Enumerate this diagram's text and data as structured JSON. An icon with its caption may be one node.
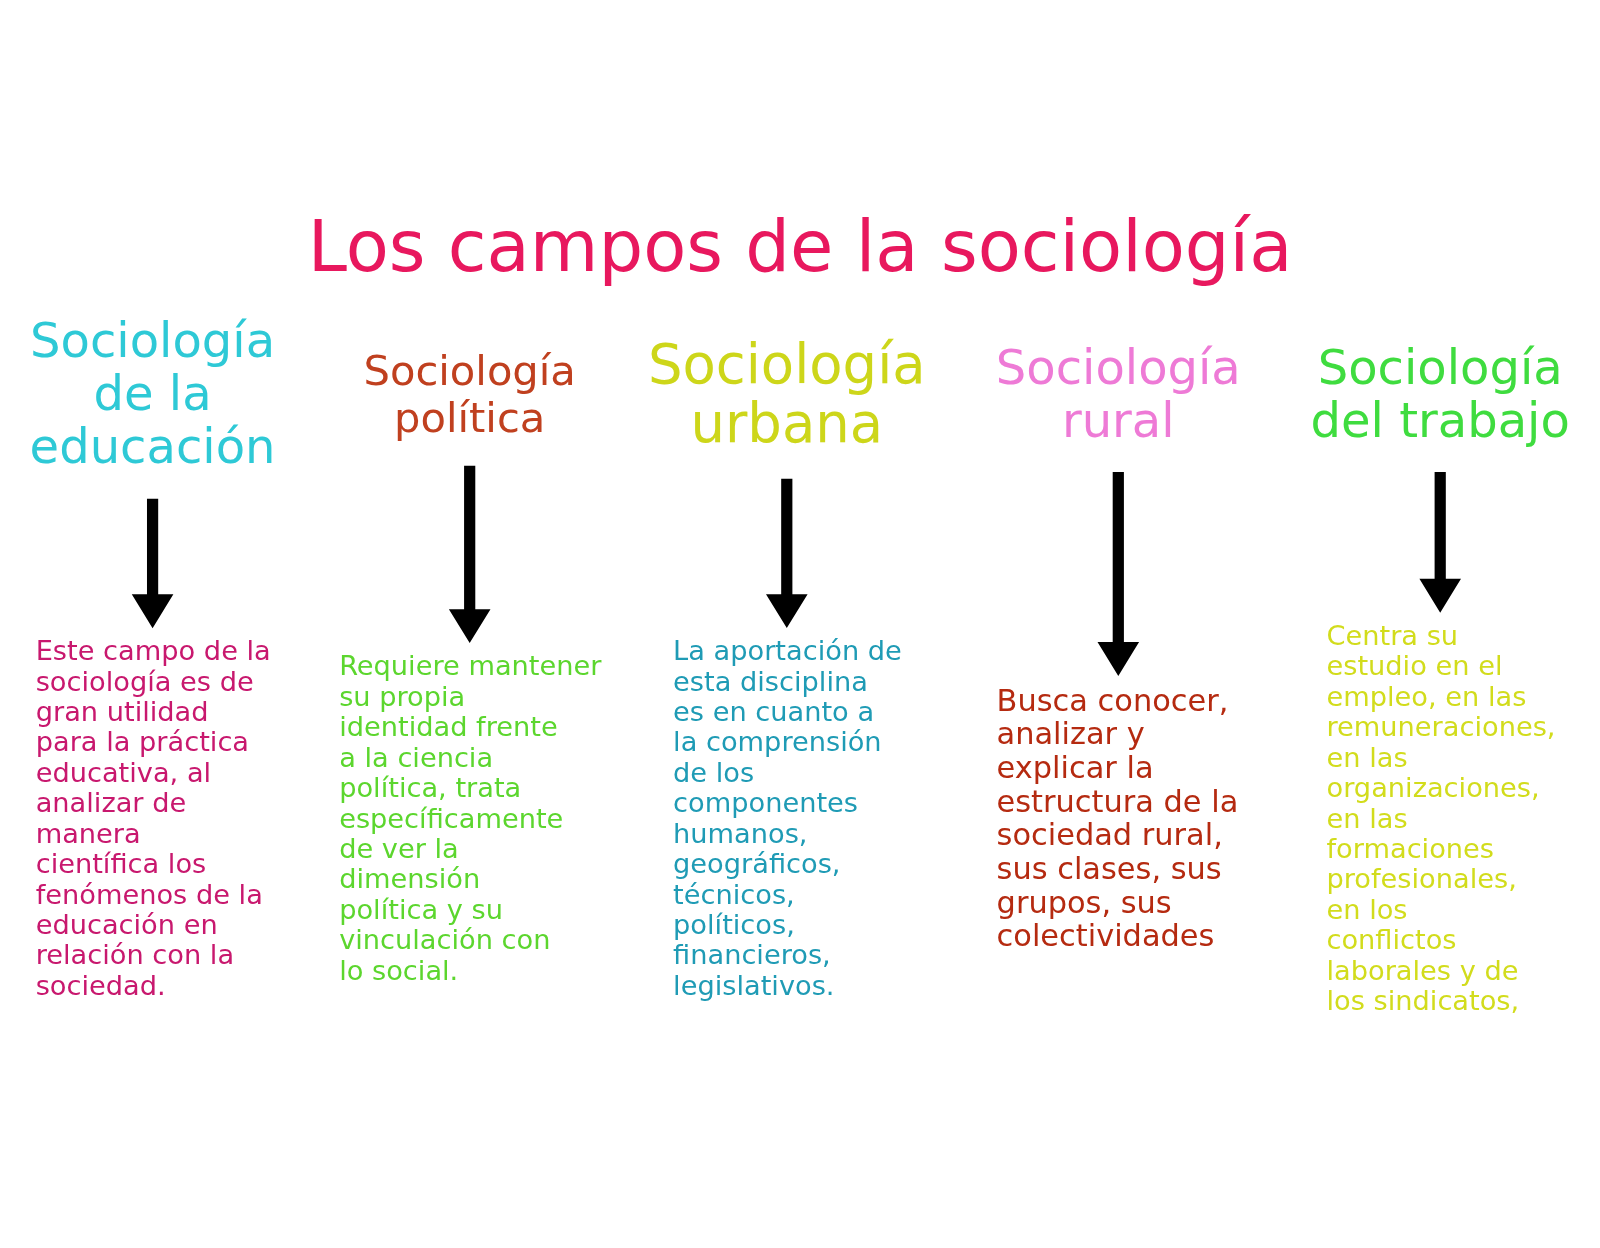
{
  "diagram": {
    "title": "Los campos de la sociología",
    "nodes": [
      {
        "text": [
          "Sociología de la educación"
        ]
      },
      {
        "text": [
          "Este campo de la sociología es de gran utilidad para la práctica educativa, al analizar de manera científica los fenómenos de la educación en relación con la sociedad."
        ]
      },
      {
        "text": [
          "Sociología política"
        ]
      },
      {
        "text": [
          "Requiere mantener su propia identidad frente a la ciencia política, trata específicamente de ver la dimensión política y su vinculación con lo social."
        ]
      },
      {
        "text": [
          "Sociología urbana"
        ]
      },
      {
        "text": [
          "La aportación de esta disciplina es en cuanto a la comprensión de los componentes humanos, geográficos, técnicos, políticos, financieros, legislativos."
        ]
      },
      {
        "text": [
          "Sociología rural"
        ]
      },
      {
        "text": [
          "Busca conocer, analizar y explicar la estructura de la sociedad rural, sus clases, sus grupos, sus colectividades"
        ]
      },
      {
        "text": [
          "Sociología del trabajo"
        ]
      },
      {
        "text": [
          "Centra su estudio en el empleo, en las remuneraciones, en las organizaciones, en las formaciones profesionales, en los conflictos laborales y de los sindicatos,"
        ]
      }
    ],
    "edges": [
      {
        "from": 0,
        "to": 1,
        "arrow": "to"
      },
      {
        "from": 2,
        "to": 3,
        "arrow": "to"
      },
      {
        "from": 4,
        "to": 5,
        "arrow": "to"
      },
      {
        "from": 6,
        "to": 7,
        "arrow": "to"
      },
      {
        "from": 8,
        "to": 9,
        "arrow": "to"
      }
    ]
  }
}
